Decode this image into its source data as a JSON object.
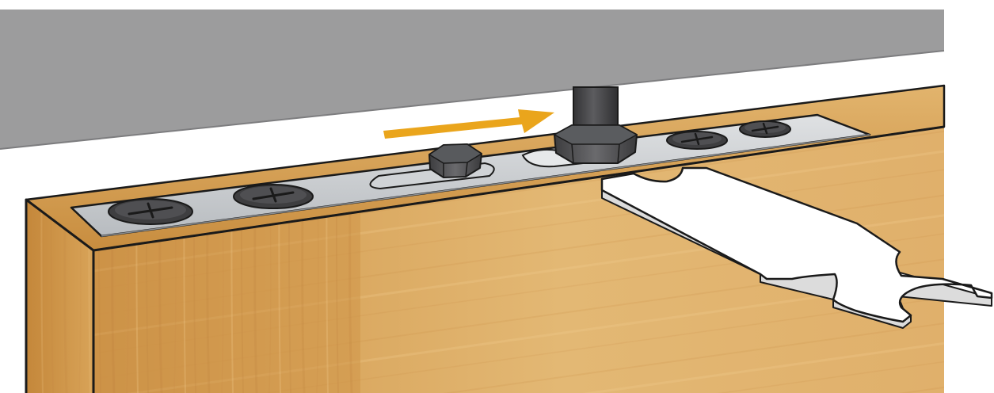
{
  "illustration": {
    "subject": "installation-step",
    "colors": {
      "ceiling": "#9c9c9d",
      "wood_light": "#ddb06a",
      "wood_front": "#d6a25a",
      "wood_shadow": "#b07d38",
      "plate": "#c9cccf",
      "hardware": "#4b4b4d",
      "arrow": "#eaa51c",
      "wrench": "#ffffff",
      "outline": "#1a1a1a"
    },
    "arrow_direction": "right",
    "screws_count": 4,
    "icons": [
      "ceiling-panel",
      "door-panel",
      "mounting-plate",
      "screw-icon",
      "slot",
      "hex-nut",
      "hanger-bolt",
      "direction-arrow",
      "open-end-wrench"
    ]
  }
}
